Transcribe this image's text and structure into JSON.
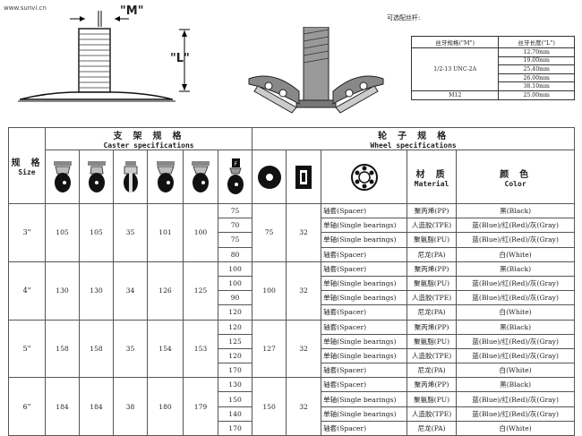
{
  "watermark": "www.sunvi.cn",
  "diagram": {
    "m_label": "\"M\"",
    "l_label": "\"L\""
  },
  "thread": {
    "title": "可选配丝杆:",
    "headers": [
      "丝牙规格(\"M\")",
      "丝牙长度(\"L\")"
    ],
    "spec_1": "1/2-13 UNC-2A",
    "lengths_1": [
      "12.70mm",
      "19.00mm",
      "25.40mm",
      "26.00mm",
      "38.10mm"
    ],
    "spec_2": "M12",
    "length_2": "25.00mm"
  },
  "table": {
    "size_zh": "规 格",
    "size_en": "Size",
    "caster_zh": "支 架 规 格",
    "caster_en": "Caster specifications",
    "wheel_zh": "轮 子 规 格",
    "wheel_en": "Wheel specifications",
    "material_zh": "材 质",
    "material_en": "Material",
    "color_zh": "颜 色",
    "color_en": "Color",
    "groups": [
      {
        "size": "3\"",
        "c1": "105",
        "c2": "105",
        "c3": "35",
        "c4": "101",
        "c5": "100",
        "dia": "75",
        "width": "32",
        "rows": [
          {
            "h": "75",
            "bearing": "轴套(Spacer)",
            "mat": "聚丙烯(PP)",
            "color": "黑(Black)"
          },
          {
            "h": "70",
            "bearing": "单轴(Single bearings)",
            "mat": "人造胶(TPE)",
            "color": "蓝(Blue)/红(Red)/灰(Gray)"
          },
          {
            "h": "75",
            "bearing": "单轴(Single bearings)",
            "mat": "聚氨脂(PU)",
            "color": "蓝(Blue)/红(Red)/灰(Gray)"
          },
          {
            "h": "80",
            "bearing": "轴套(Spacer)",
            "mat": "尼龙(PA)",
            "color": "白(White)"
          }
        ]
      },
      {
        "size": "4\"",
        "c1": "130",
        "c2": "130",
        "c3": "34",
        "c4": "126",
        "c5": "125",
        "dia": "100",
        "width": "32",
        "rows": [
          {
            "h": "100",
            "bearing": "轴套(Spacer)",
            "mat": "聚丙烯(PP)",
            "color": "黑(Black)"
          },
          {
            "h": "100",
            "bearing": "单轴(Single bearings)",
            "mat": "聚氨脂(PU)",
            "color": "蓝(Blue)/红(Red)/灰(Gray)"
          },
          {
            "h": "90",
            "bearing": "单轴(Single bearings)",
            "mat": "人造胶(TPE)",
            "color": "蓝(Blue)/红(Red)/灰(Gray)"
          },
          {
            "h": "120",
            "bearing": "轴套(Spacer)",
            "mat": "尼龙(PA)",
            "color": "白(White)"
          }
        ]
      },
      {
        "size": "5\"",
        "c1": "158",
        "c2": "158",
        "c3": "35",
        "c4": "154",
        "c5": "153",
        "dia": "127",
        "width": "32",
        "rows": [
          {
            "h": "120",
            "bearing": "轴套(Spacer)",
            "mat": "聚丙烯(PP)",
            "color": "黑(Black)"
          },
          {
            "h": "125",
            "bearing": "单轴(Single bearings)",
            "mat": "聚氨脂(PU)",
            "color": "蓝(Blue)/红(Red)/灰(Gray)"
          },
          {
            "h": "120",
            "bearing": "单轴(Single bearings)",
            "mat": "人造胶(TPE)",
            "color": "蓝(Blue)/红(Red)/灰(Gray)"
          },
          {
            "h": "170",
            "bearing": "轴套(Spacer)",
            "mat": "尼龙(PA)",
            "color": "白(White)"
          }
        ]
      },
      {
        "size": "6\"",
        "c1": "184",
        "c2": "184",
        "c3": "38",
        "c4": "180",
        "c5": "179",
        "dia": "150",
        "width": "32",
        "rows": [
          {
            "h": "130",
            "bearing": "轴套(Spacer)",
            "mat": "聚丙烯(PP)",
            "color": "黑(Black)"
          },
          {
            "h": "150",
            "bearing": "单轴(Single bearings)",
            "mat": "聚氨脂(PU)",
            "color": "蓝(Blue)/红(Red)/灰(Gray)"
          },
          {
            "h": "140",
            "bearing": "单轴(Single bearings)",
            "mat": "人造胶(TPE)",
            "color": "蓝(Blue)/红(Red)/灰(Gray)"
          },
          {
            "h": "170",
            "bearing": "轴套(Spacer)",
            "mat": "尼龙(PA)",
            "color": "白(White)"
          }
        ]
      }
    ]
  }
}
